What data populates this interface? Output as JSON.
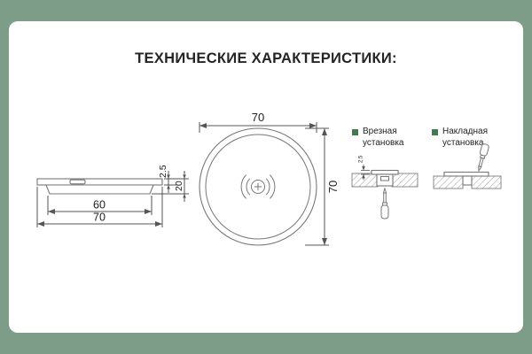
{
  "title": "ТЕХНИЧЕСКИЕ ХАРАКТЕРИСТИКИ:",
  "side_view": {
    "flange_thickness": "2.5",
    "total_height": "20",
    "body_width": "60",
    "flange_width": "70"
  },
  "top_view": {
    "diameter_horizontal": "70",
    "diameter_vertical": "70"
  },
  "mounting": {
    "flush": {
      "label": "Врезная установка",
      "flange_dim": "2.5"
    },
    "surface": {
      "label": "Накладная установка"
    }
  },
  "colors": {
    "background": "#7E9D88",
    "card": "#FFFFFF",
    "accent": "#43794F",
    "drawing_line": "#777777",
    "dimension_line": "#555555",
    "text": "#222222"
  }
}
